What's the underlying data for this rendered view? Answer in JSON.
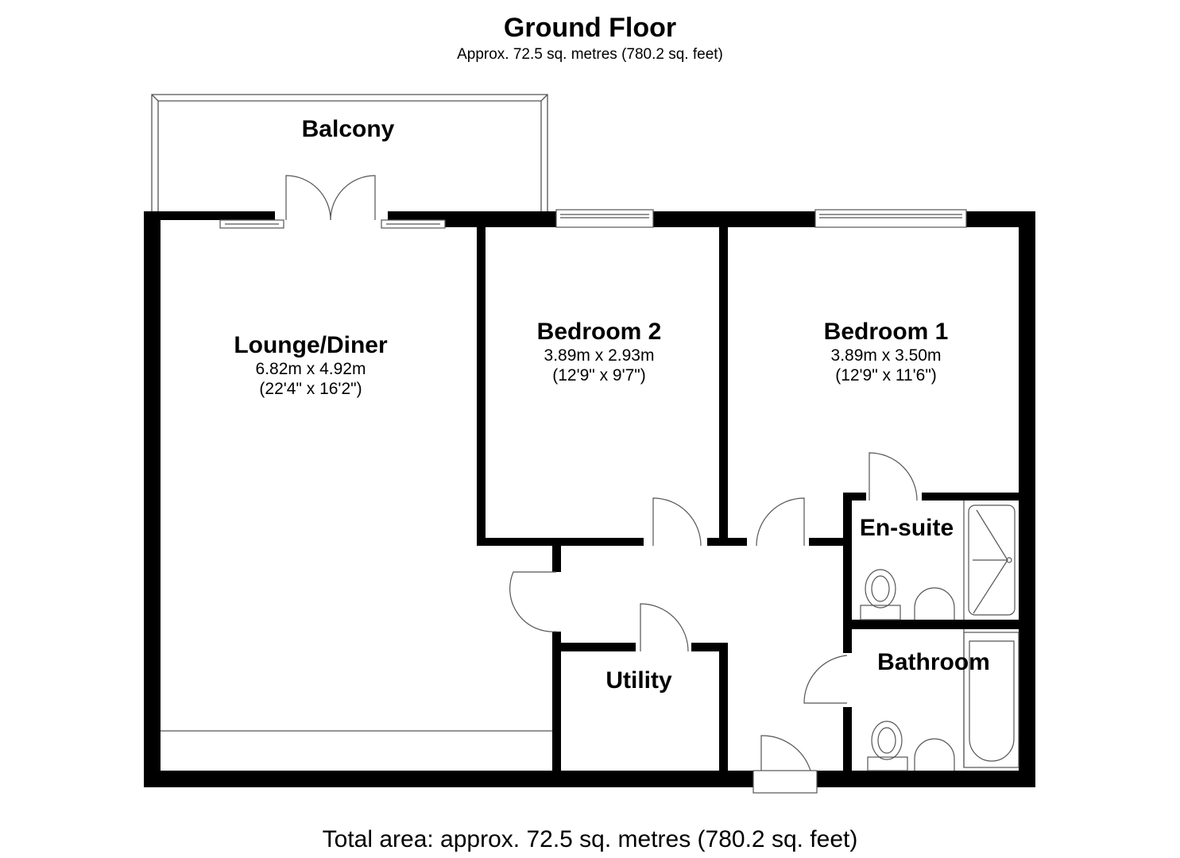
{
  "header": {
    "title": "Ground Floor",
    "subtitle": "Approx. 72.5 sq. metres (780.2 sq. feet)"
  },
  "rooms": [
    {
      "name": "Balcony"
    },
    {
      "name": "Lounge/Diner",
      "metric": "6.82m x 4.92m",
      "imperial": "(22'4\" x 16'2\")"
    },
    {
      "name": "Bedroom 2",
      "metric": "3.89m x 2.93m",
      "imperial": "(12'9\" x 9'7\")"
    },
    {
      "name": "Bedroom 1",
      "metric": "3.89m x 3.50m",
      "imperial": "(12'9\" x 11'6\")"
    },
    {
      "name": "En-suite"
    },
    {
      "name": "Utility"
    },
    {
      "name": "Bathroom"
    }
  ],
  "footer": {
    "total": "Total area: approx. 72.5 sq. metres (780.2 sq. feet)"
  },
  "colors": {
    "wall": "#000000",
    "fixture": "#555555"
  }
}
